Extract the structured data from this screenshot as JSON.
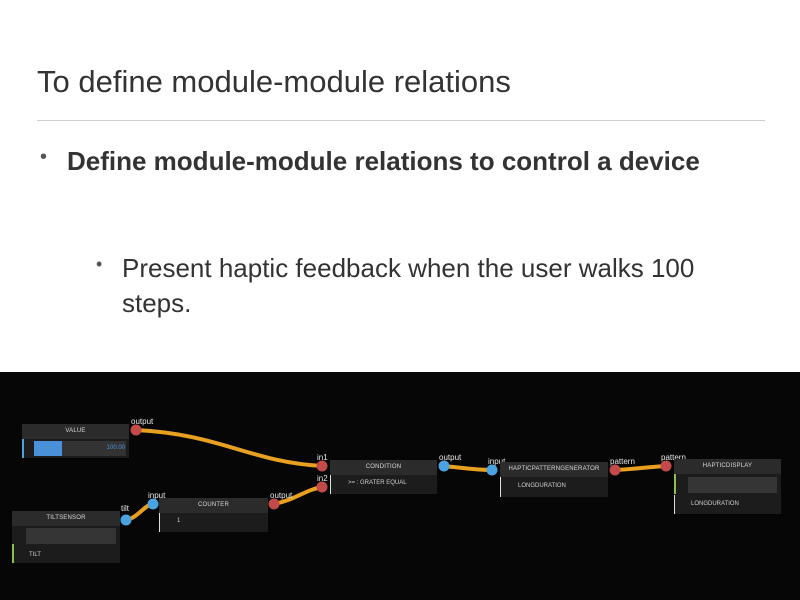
{
  "slide": {
    "title": "To define module-module relations",
    "bullet1": "Define module-module relations to control a device",
    "bullet2": "Present haptic feedback when the user walks 100 steps."
  },
  "editor": {
    "colors": {
      "wire": "#e8a020",
      "input_port": "#4aa3e0",
      "output_port": "#c24a4a",
      "node_header": "#2b2b2b",
      "node_body": "#1c1c1c",
      "background": "#060606"
    },
    "nodes": {
      "value": {
        "title": "VALUE",
        "value": "100.00",
        "output_label": "output",
        "fill_fraction": 0.3
      },
      "tiltsensor": {
        "title": "TILTSENSOR",
        "field": "TILT",
        "output_label": "tilt"
      },
      "counter": {
        "title": "COUNTER",
        "value": "1",
        "input_label": "input",
        "output_label": "output"
      },
      "condition": {
        "title": "CONDITION",
        "field": ">=  : GRATER EQUAL",
        "input1_label": "in1",
        "input2_label": "in2",
        "output_label": "output"
      },
      "hapticpatterngenerator": {
        "title": "HAPTICPATTERNGENERATOR",
        "field": "LONGDURATION",
        "input_label": "input",
        "output_label": "pattern"
      },
      "hapticdisplay": {
        "title": "HAPTICDISPLAY",
        "field": "LONGDURATION",
        "input_label": "pattern"
      }
    }
  }
}
